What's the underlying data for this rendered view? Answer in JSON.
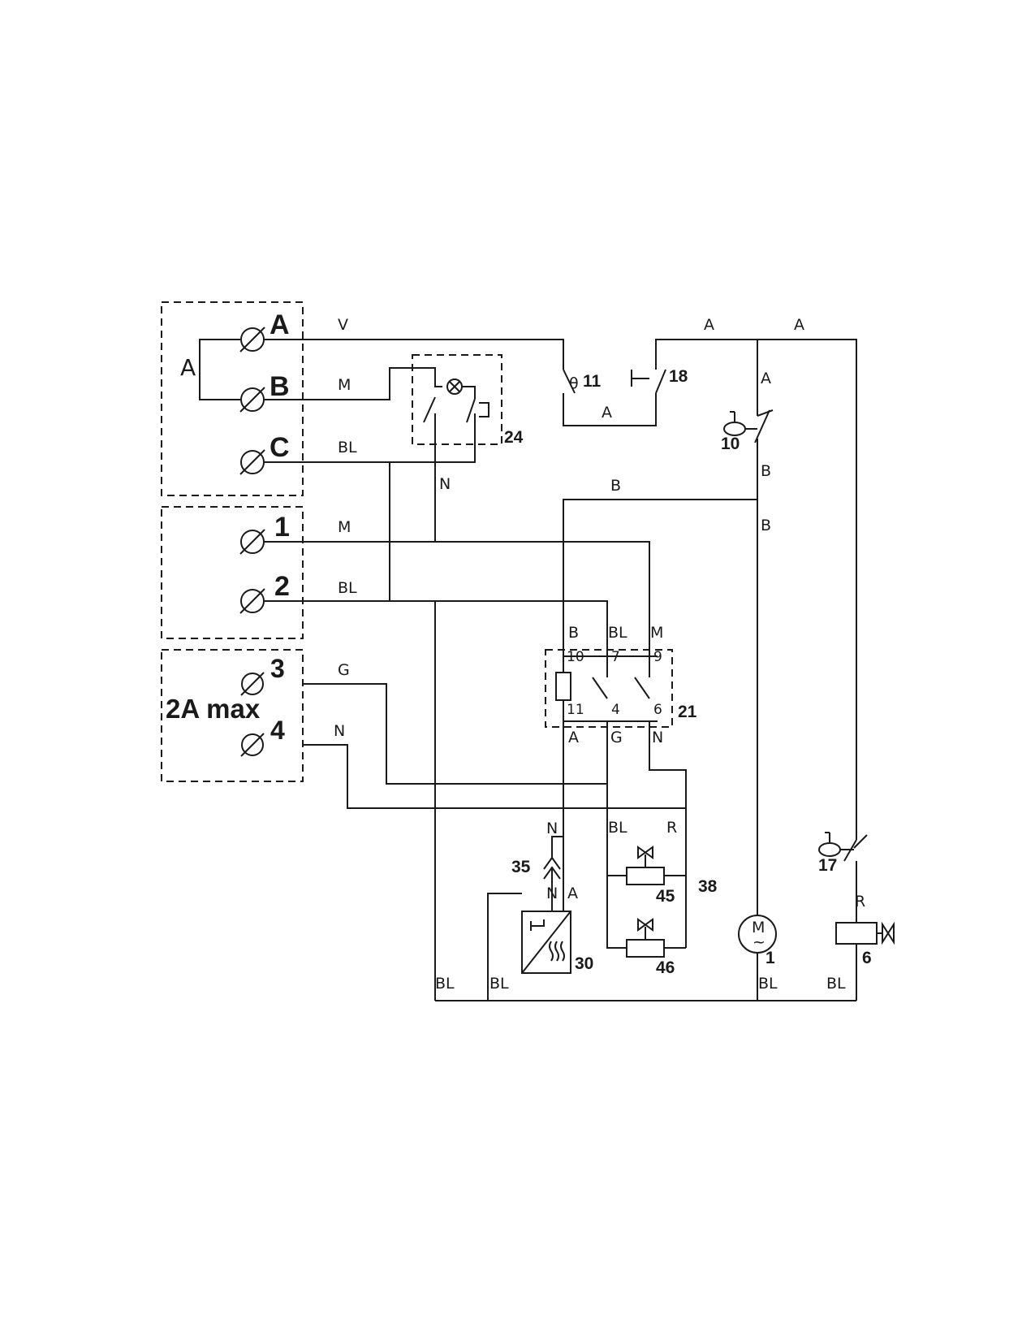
{
  "terminals": {
    "a": "A",
    "b": "B",
    "c": "C",
    "t1": "1",
    "t2": "2",
    "t3": "3",
    "t4": "4",
    "bridge": "A",
    "rating": "2A max"
  },
  "wires": {
    "v": "V",
    "m_b": "M",
    "bl_c": "BL",
    "n_24": "N",
    "a_11_18": "A",
    "a_top1": "A",
    "a_top2": "A",
    "a_right": "A",
    "b_10a": "B",
    "b_10b": "B",
    "b_top": "B",
    "m_1": "M",
    "bl_2": "BL",
    "g_3": "G",
    "n_4": "N",
    "b_21": "B",
    "bl_21": "BL",
    "m_21": "M",
    "a_21": "A",
    "g_21": "G",
    "n_21": "N",
    "n_35_top": "N",
    "n_35_low": "N",
    "a_35": "A",
    "bl_38": "BL",
    "r_38": "R",
    "r_6": "R",
    "bl_b1": "BL",
    "bl_b2": "BL",
    "bl_b3": "BL",
    "bl_b4": "BL"
  },
  "components": {
    "c11": "11",
    "c18": "18",
    "c24": "24",
    "c10": "10",
    "c17": "17",
    "c21": "21",
    "c35": "35",
    "c38": "38",
    "c45": "45",
    "c46": "46",
    "c30": "30",
    "c1": "1",
    "c6": "6"
  },
  "relay_pins": {
    "p10": "10",
    "p7": "7",
    "p9": "9",
    "p11": "11",
    "p4": "4",
    "p6": "6"
  },
  "symbols": {
    "thermostat": "θ",
    "motor": "M",
    "motor_ac": "~"
  }
}
